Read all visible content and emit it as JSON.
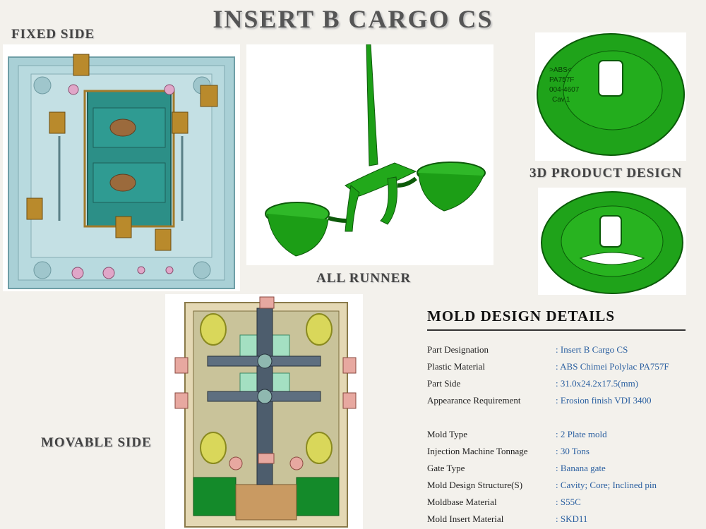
{
  "title": "INSERT B CARGO CS",
  "labels": {
    "fixed_side": "FIXED SIDE",
    "all_runner": "ALL RUNNER",
    "product_design": "3D PRODUCT DESIGN",
    "movable_side": "MOVABLE SIDE"
  },
  "product_engraving": [
    ">ABS<",
    "PA757F",
    "004-4607",
    "Cav.1"
  ],
  "details": {
    "heading": "MOLD DESIGN DETAILS",
    "rows": [
      {
        "key": "Part Designation",
        "value": "Insert B Cargo CS"
      },
      {
        "key": "Plastic Material",
        "value": "ABS Chimei Polylac PA757F"
      },
      {
        "key": "Part Side",
        "value": "31.0x24.2x17.5(mm)"
      },
      {
        "key": "Appearance Requirement",
        "value": "Erosion finish VDI 3400"
      },
      {
        "key": "Mold Type",
        "value": "2 Plate mold"
      },
      {
        "key": "Injection Machine Tonnage",
        "value": "30 Tons"
      },
      {
        "key": "Gate Type",
        "value": "Banana gate"
      },
      {
        "key": "Mold Design Structure(S)",
        "value": "Cavity; Core; Inclined pin"
      },
      {
        "key": "Moldbase Material",
        "value": "S55C"
      },
      {
        "key": "Mold Insert Material",
        "value": "SKD11"
      }
    ]
  },
  "colors": {
    "accent_value": "#2a5fa0",
    "product_green": "#1fa31a",
    "core_teal": "#2c8f87",
    "plate_glass": "#9fc9cf"
  }
}
